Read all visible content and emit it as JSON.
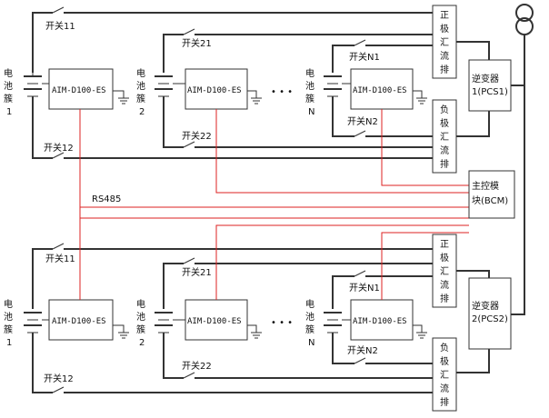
{
  "labels": {
    "battery_cluster": [
      "电",
      "池",
      "簇"
    ],
    "cluster_1": "1",
    "cluster_2": "2",
    "cluster_n": "N",
    "module": "AIM-D100-ES",
    "sw11": "开关11",
    "sw12": "开关12",
    "sw21": "开关21",
    "sw22": "开关22",
    "swN1": "开关N1",
    "swN2": "开关N2",
    "ellipsis": "• • •",
    "pos_bus": [
      "正",
      "极",
      "汇",
      "流",
      "排"
    ],
    "neg_bus": [
      "负",
      "极",
      "汇",
      "流",
      "排"
    ],
    "inverter_1": [
      "逆变器",
      "1(PCS1)"
    ],
    "inverter_2": [
      "逆变器",
      "2(PCS2)"
    ],
    "controller": [
      "主控模",
      "块(BCM)"
    ],
    "rs485": "RS485"
  },
  "colors": {
    "wire": "#333333",
    "comm": "#dd2222"
  }
}
